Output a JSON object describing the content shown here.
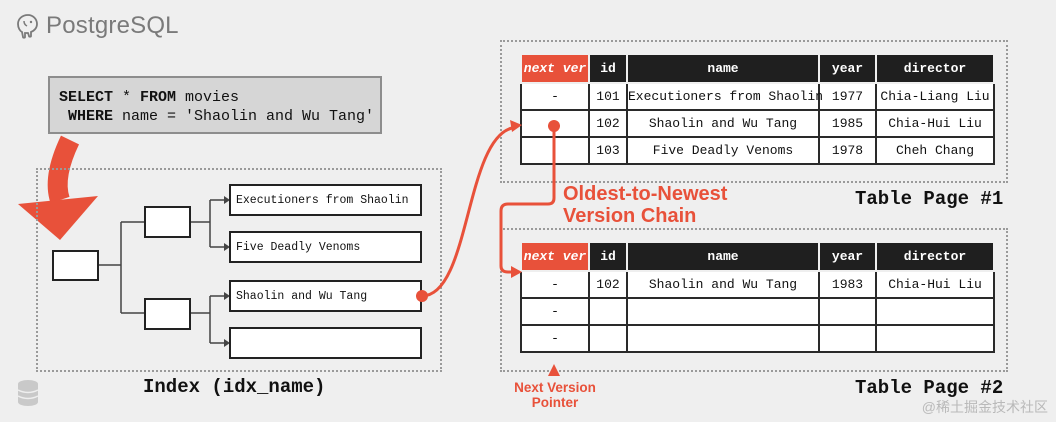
{
  "logo": {
    "text": "PostgreSQL"
  },
  "query": {
    "line1_kw": "SELECT",
    "line1_rest": " * ",
    "line1_kw2": "FROM",
    "line1_tail": " movies",
    "line2_kw": "WHERE",
    "line2_rest": " name = 'Shaolin and Wu Tang'"
  },
  "index": {
    "caption": "Index (idx_name)",
    "leaves": [
      "Executioners from Shaolin",
      "Five Deadly Venoms",
      "Shaolin and Wu Tang",
      ""
    ]
  },
  "page1": {
    "caption": "Table Page #1",
    "headers": [
      "next ver",
      "id",
      "name",
      "year",
      "director"
    ],
    "rows": [
      [
        "-",
        "101",
        "Executioners from Shaolin",
        "1977",
        "Chia-Liang Liu"
      ],
      [
        "",
        "102",
        "Shaolin and Wu Tang",
        "1985",
        "Chia-Hui Liu"
      ],
      [
        "",
        "103",
        "Five Deadly Venoms",
        "1978",
        "Cheh Chang"
      ]
    ]
  },
  "page2": {
    "caption": "Table Page #2",
    "headers": [
      "next ver",
      "id",
      "name",
      "year",
      "director"
    ],
    "rows": [
      [
        "-",
        "102",
        "Shaolin and Wu Tang",
        "1983",
        "Chia-Hui Liu"
      ],
      [
        "-",
        "",
        "",
        "",
        ""
      ],
      [
        "-",
        "",
        "",
        "",
        ""
      ]
    ]
  },
  "labels": {
    "chain_line1": "Oldest-to-Newest",
    "chain_line2": "Version Chain",
    "pointer_line1": "Next Version",
    "pointer_line2": "Pointer"
  },
  "colors": {
    "accent": "#e8513a",
    "header": "#1f1f1f",
    "sql_bg": "#d6d6d6"
  },
  "watermark": "@稀土掘金技术社区"
}
